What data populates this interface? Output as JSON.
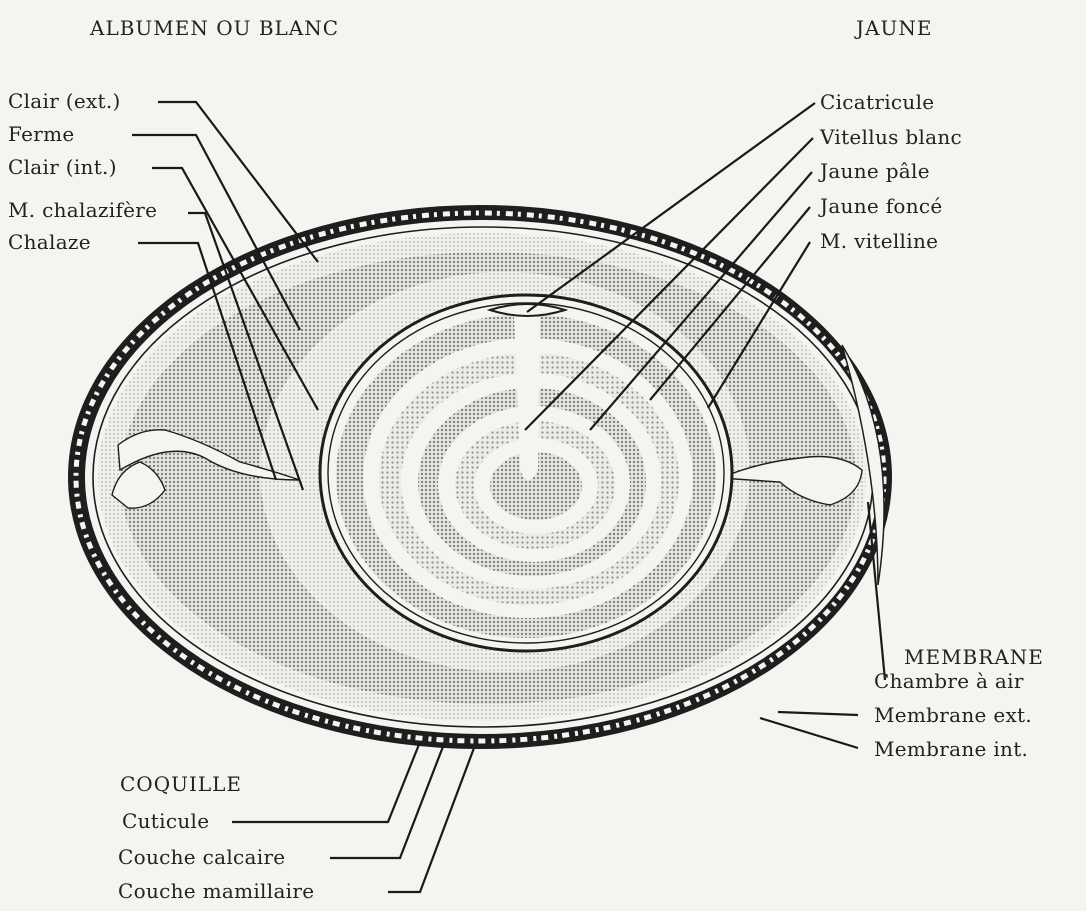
{
  "headings": {
    "albumen": "ALBUMEN OU BLANC",
    "jaune": "JAUNE",
    "membrane": "MEMBRANE",
    "coquille": "COQUILLE"
  },
  "albumen_labels": [
    "Clair (ext.)",
    "Ferme",
    "Clair (int.)",
    "M. chalazifère",
    "Chalaze"
  ],
  "jaune_labels": [
    "Cicatricule",
    "Vitellus blanc",
    "Jaune pâle",
    "Jaune foncé",
    "M. vitelline"
  ],
  "membrane_labels": [
    "Chambre à air",
    "Membrane ext.",
    "Membrane int."
  ],
  "coquille_labels": [
    "Cuticule",
    "Couche calcaire",
    "Couche mamillaire"
  ],
  "colors": {
    "background": "#f4f4f0",
    "ink": "#1a1a1a",
    "stipple_dark": "#b9b9b3",
    "stipple_light": "#dcdcd6"
  }
}
